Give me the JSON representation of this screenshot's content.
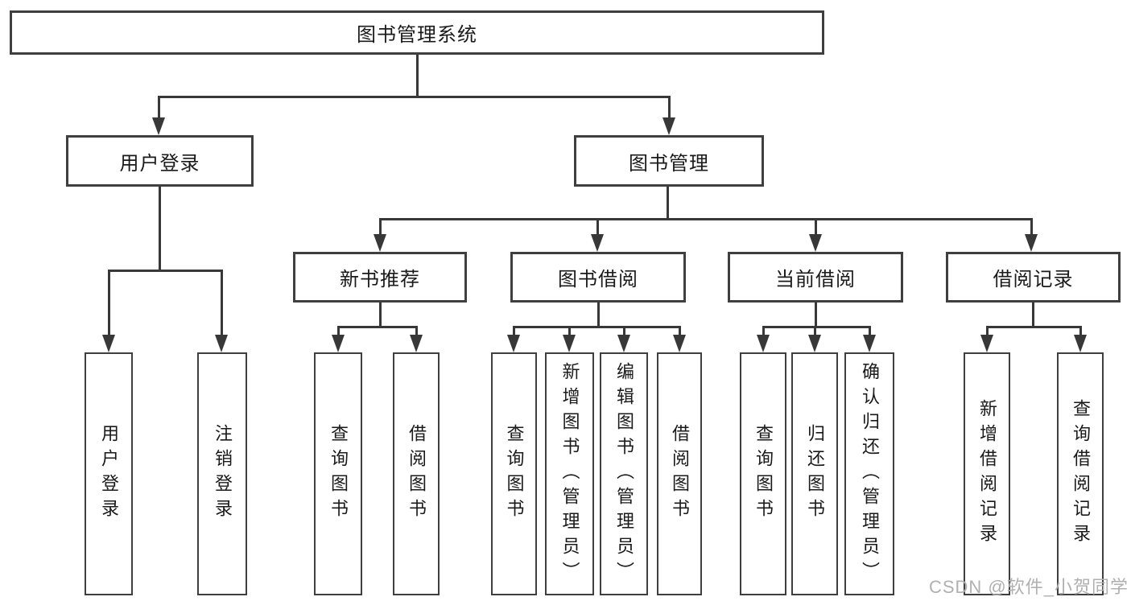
{
  "diagram": {
    "type": "org-structure-tree",
    "tree": {
      "label": "图书管理系统",
      "children": [
        {
          "label": "用户登录",
          "children": [
            {
              "label": "用户登录"
            },
            {
              "label": "注销登录"
            }
          ]
        },
        {
          "label": "图书管理",
          "children": [
            {
              "label": "新书推荐",
              "children": [
                {
                  "label": "查询图书"
                },
                {
                  "label": "借阅图书"
                }
              ]
            },
            {
              "label": "图书借阅",
              "children": [
                {
                  "label": "查询图书"
                },
                {
                  "label": "新增图书（管理员）"
                },
                {
                  "label": "编辑图书（管理员）"
                },
                {
                  "label": "借阅图书"
                }
              ]
            },
            {
              "label": "当前借阅",
              "children": [
                {
                  "label": "查询图书"
                },
                {
                  "label": "归还图书"
                },
                {
                  "label": "确认归还（管理员）"
                }
              ]
            },
            {
              "label": "借阅记录",
              "children": [
                {
                  "label": "新增借阅记录"
                },
                {
                  "label": "查询借阅记录"
                }
              ]
            }
          ]
        }
      ]
    },
    "colors": {
      "background": "#ffffff",
      "box_border": "#3f3f3f",
      "connector_line": "#383838",
      "text": "#1a1a1a",
      "watermark": "#b0b0b0"
    }
  },
  "watermark": {
    "text": "CSDN @软件_小贺同学"
  }
}
